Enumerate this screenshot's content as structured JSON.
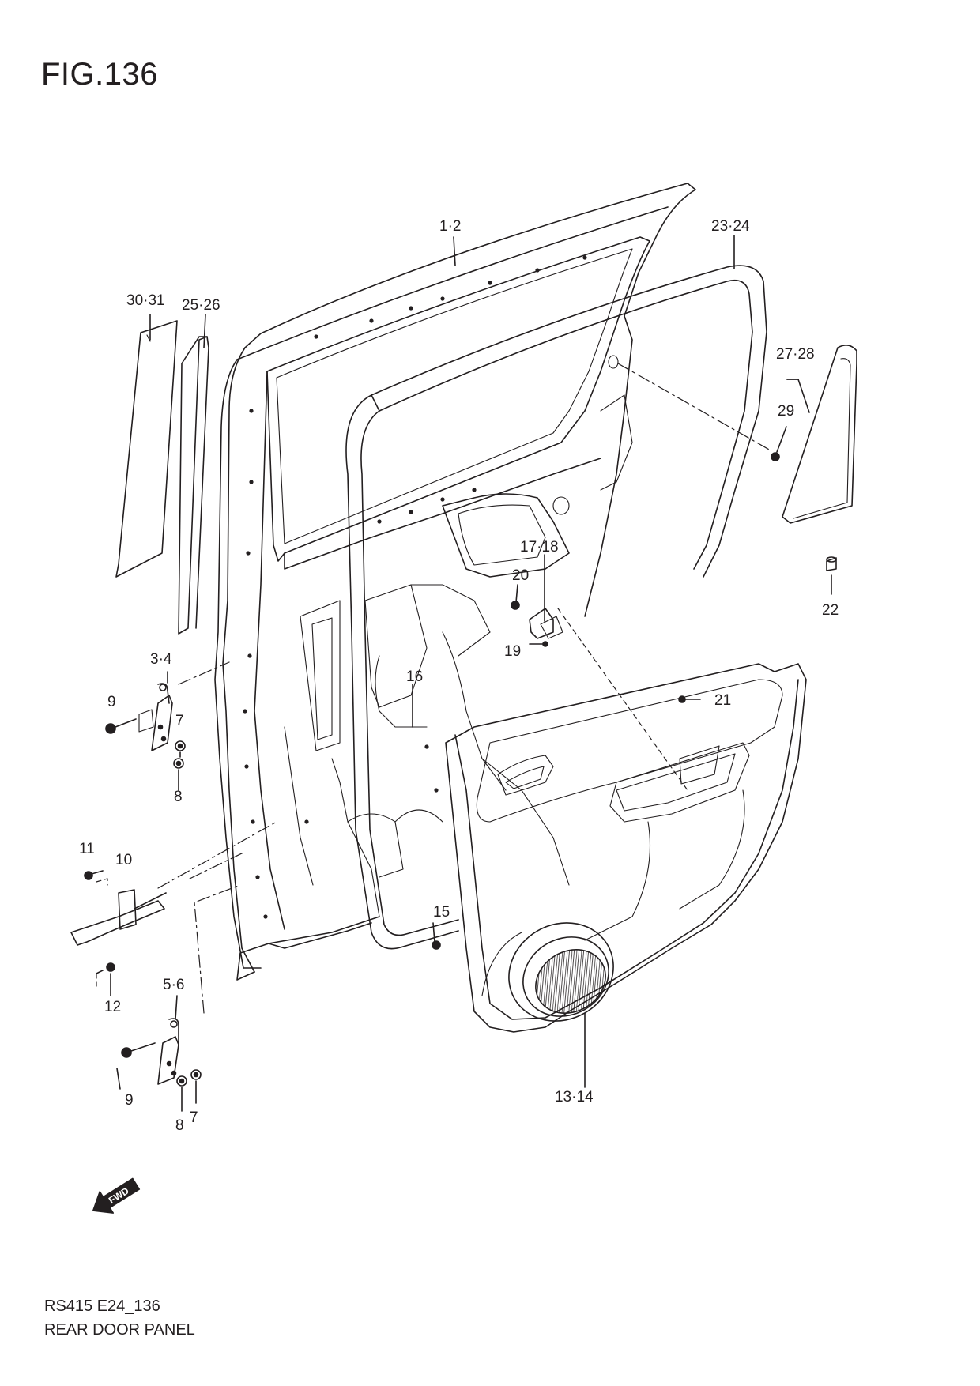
{
  "figure": {
    "title": "FIG.136"
  },
  "footer": {
    "code": "RS415 E24_136",
    "name": "REAR DOOR PANEL"
  },
  "callouts": [
    {
      "id": "c-1-2",
      "label": "1·2"
    },
    {
      "id": "c-23-24",
      "label": "23·24"
    },
    {
      "id": "c-30-31",
      "label": "30·31"
    },
    {
      "id": "c-25-26",
      "label": "25·26"
    },
    {
      "id": "c-27-28",
      "label": "27·28"
    },
    {
      "id": "c-29",
      "label": "29"
    },
    {
      "id": "c-17-18",
      "label": "17·18"
    },
    {
      "id": "c-20",
      "label": "20"
    },
    {
      "id": "c-22",
      "label": "22"
    },
    {
      "id": "c-3-4",
      "label": "3·4"
    },
    {
      "id": "c-19",
      "label": "19"
    },
    {
      "id": "c-16",
      "label": "16"
    },
    {
      "id": "c-9a",
      "label": "9"
    },
    {
      "id": "c-7a",
      "label": "7"
    },
    {
      "id": "c-21",
      "label": "21"
    },
    {
      "id": "c-8a",
      "label": "8"
    },
    {
      "id": "c-11",
      "label": "11"
    },
    {
      "id": "c-10",
      "label": "10"
    },
    {
      "id": "c-15",
      "label": "15"
    },
    {
      "id": "c-12",
      "label": "12"
    },
    {
      "id": "c-5-6",
      "label": "5·6"
    },
    {
      "id": "c-13-14",
      "label": "13·14"
    },
    {
      "id": "c-9b",
      "label": "9"
    },
    {
      "id": "c-8b",
      "label": "8"
    },
    {
      "id": "c-7b",
      "label": "7"
    }
  ],
  "fwd_marker": {
    "label": "FWD",
    "icon": "fwd-arrow-icon"
  },
  "colors": {
    "line": "#231f20",
    "background": "#ffffff"
  }
}
